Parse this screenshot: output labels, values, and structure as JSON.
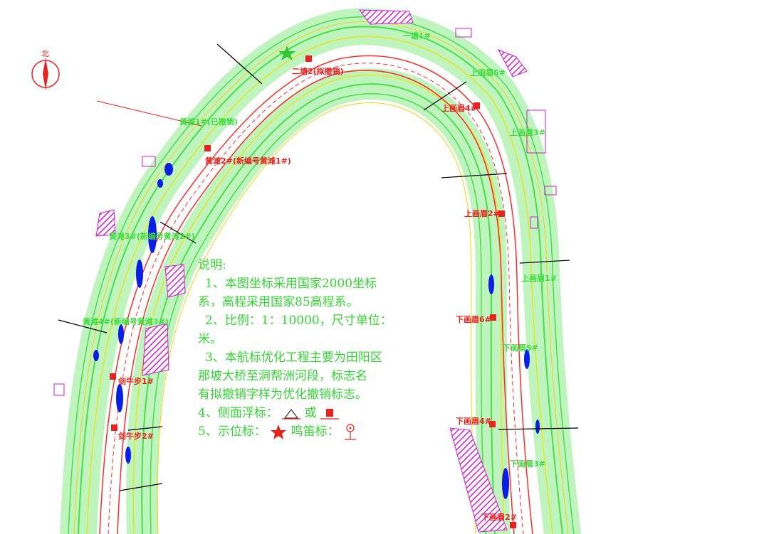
{
  "north_label": "北",
  "colors": {
    "bank_green": "#47e047",
    "bank_yellow": "#e6e61e",
    "contour_yellow": "#f0d60a",
    "channel_red": "#ff2a2a",
    "water_blue": "#0a1ee6",
    "hatch_magenta": "#d21ed2",
    "label_red": "#e8231f",
    "label_green": "#3fdc3f"
  },
  "markers": [
    {
      "id": "m1",
      "text": "二塘2(拟撤销)",
      "color": "red"
    },
    {
      "id": "m2",
      "text": "一塘1#",
      "color": "green"
    },
    {
      "id": "m3",
      "text": "黄滩1#(已撤销)",
      "color": "green"
    },
    {
      "id": "m4",
      "text": "黄滩2#(新编号黄滩1#)",
      "color": "red"
    },
    {
      "id": "m5",
      "text": "黄滩3#(新编号黄滩2#)",
      "color": "green"
    },
    {
      "id": "m6",
      "text": "黄滩4#(新编号黄滩3#)",
      "color": "green"
    },
    {
      "id": "m7",
      "text": "剑牛步1#",
      "color": "red"
    },
    {
      "id": "m8",
      "text": "剑牛步2#",
      "color": "red"
    },
    {
      "id": "m9",
      "text": "上画眉5#",
      "color": "green"
    },
    {
      "id": "m10",
      "text": "上画眉4#",
      "color": "red"
    },
    {
      "id": "m11",
      "text": "上画眉3#",
      "color": "green"
    },
    {
      "id": "m12",
      "text": "上画眉2#",
      "color": "red"
    },
    {
      "id": "m13",
      "text": "上画眉1#",
      "color": "green"
    },
    {
      "id": "m14",
      "text": "下画眉6#",
      "color": "red"
    },
    {
      "id": "m15",
      "text": "下画眉5#",
      "color": "green"
    },
    {
      "id": "m16",
      "text": "下画眉4#",
      "color": "red"
    },
    {
      "id": "m17",
      "text": "下画眉3#",
      "color": "green"
    },
    {
      "id": "m18",
      "text": "下画眉2#",
      "color": "red"
    }
  ],
  "legend": {
    "title": "说明:",
    "item1_a": "1、本图坐标采用国家2000坐标",
    "item1_b": "系，高程采用国家85高程系。",
    "item2_a": "2、比例：1：10000，尺寸单位：",
    "item2_b": "米。",
    "item3_a": "3、本航标优化工程主要为田阳区",
    "item3_b": "那坡大桥至洞帮洲河段，标志名",
    "item3_c": "有拟撤销字样为优化撤销标志。",
    "item4_label": "4、侧面浮标：",
    "item4_or": "或",
    "item5_label": "5、示位标：",
    "item5_horn": "鸣笛标："
  }
}
